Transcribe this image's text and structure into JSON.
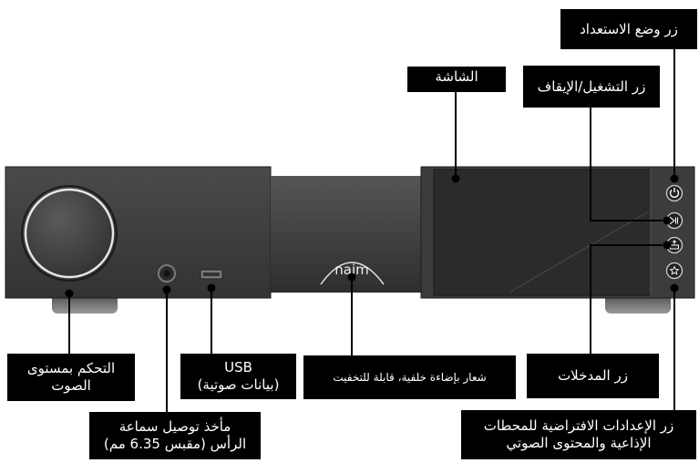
{
  "labels": {
    "standby_button": "زر وضع الاستعداد",
    "play_pause_button": "زر التشغيل/الإيقاف",
    "display": "الشاشة",
    "volume_control": {
      "line1": "التحكم بمستوى",
      "line2": "الصوت"
    },
    "usb": {
      "line1": "USB",
      "line2": "(بيانات صوتية)"
    },
    "logo": "شعار بإضاءة خلفية، قابلة للتخفيت",
    "inputs_button": "زر المدخلات",
    "headphone_jack": {
      "line1": "مأخذ توصيل سماعة",
      "line2": "الرأس (مقبس 6.35 مم)"
    },
    "presets_button": {
      "line1": "زر الإعدادات الافتراضية للمحطات",
      "line2": "الإذاعية والمحتوى الصوتي"
    }
  },
  "device": {
    "logo_text": "naim",
    "button_icons": [
      "power-icon",
      "play-pause-icon",
      "input-icon",
      "star-icon"
    ]
  },
  "colors": {
    "label_bg": "#000000",
    "label_text": "#ffffff",
    "chassis": "#3a3a3a",
    "screen": "#2b2b2b"
  }
}
